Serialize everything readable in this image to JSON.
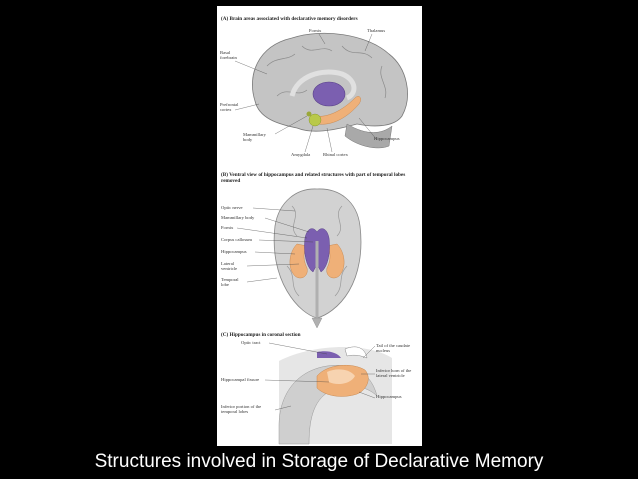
{
  "caption": "Structures involved in Storage of Declarative Memory",
  "panel_a": {
    "title": "(A)  Brain areas associated with declarative memory disorders",
    "labels": {
      "fornix": "Fornix",
      "thalamus": "Thalamus",
      "basal_forebrain": "Basal\nforebrain",
      "prefrontal_cortex": "Prefrontal\ncortex",
      "mammillary_body": "Mammillary\nbody",
      "hippocampus": "Hippocampus",
      "amygdala": "Amygdala",
      "rhinal_cortex": "Rhinal cortex"
    }
  },
  "panel_b": {
    "title": "(B)  Ventral view of hippocampus and related structures with part of temporal lobes removed",
    "labels": {
      "optic_nerve": "Optic nerve",
      "mammillary_body": "Mammillary body",
      "fornix": "Fornix",
      "corpus_callosum": "Corpus callosum",
      "hippocampus": "Hippocampus",
      "lateral_ventricle": "Lateral\nventricle",
      "temporal_lobe": "Temporal\nlobe"
    }
  },
  "panel_c": {
    "title": "(C)  Hippocampus in coronal section",
    "labels": {
      "optic_tract": "Optic tract",
      "tail_caudate": "Tail of the caudate\nnucleus",
      "inferior_horn": "Inferior horn of the\nlateral ventricle",
      "hippocampal_fissure": "Hippocampal fissure",
      "hippocampus": "Hippocampus",
      "inferior_temporal": "Inferior portion of the\ntemporal lobes"
    }
  },
  "colors": {
    "background": "#000000",
    "figure_bg": "#ffffff",
    "brain_gray": "#bdbdbd",
    "thalamus_purple": "#7b5fb0",
    "hippocampus_orange": "#efb078",
    "amygdala_green": "#b9c94a"
  }
}
